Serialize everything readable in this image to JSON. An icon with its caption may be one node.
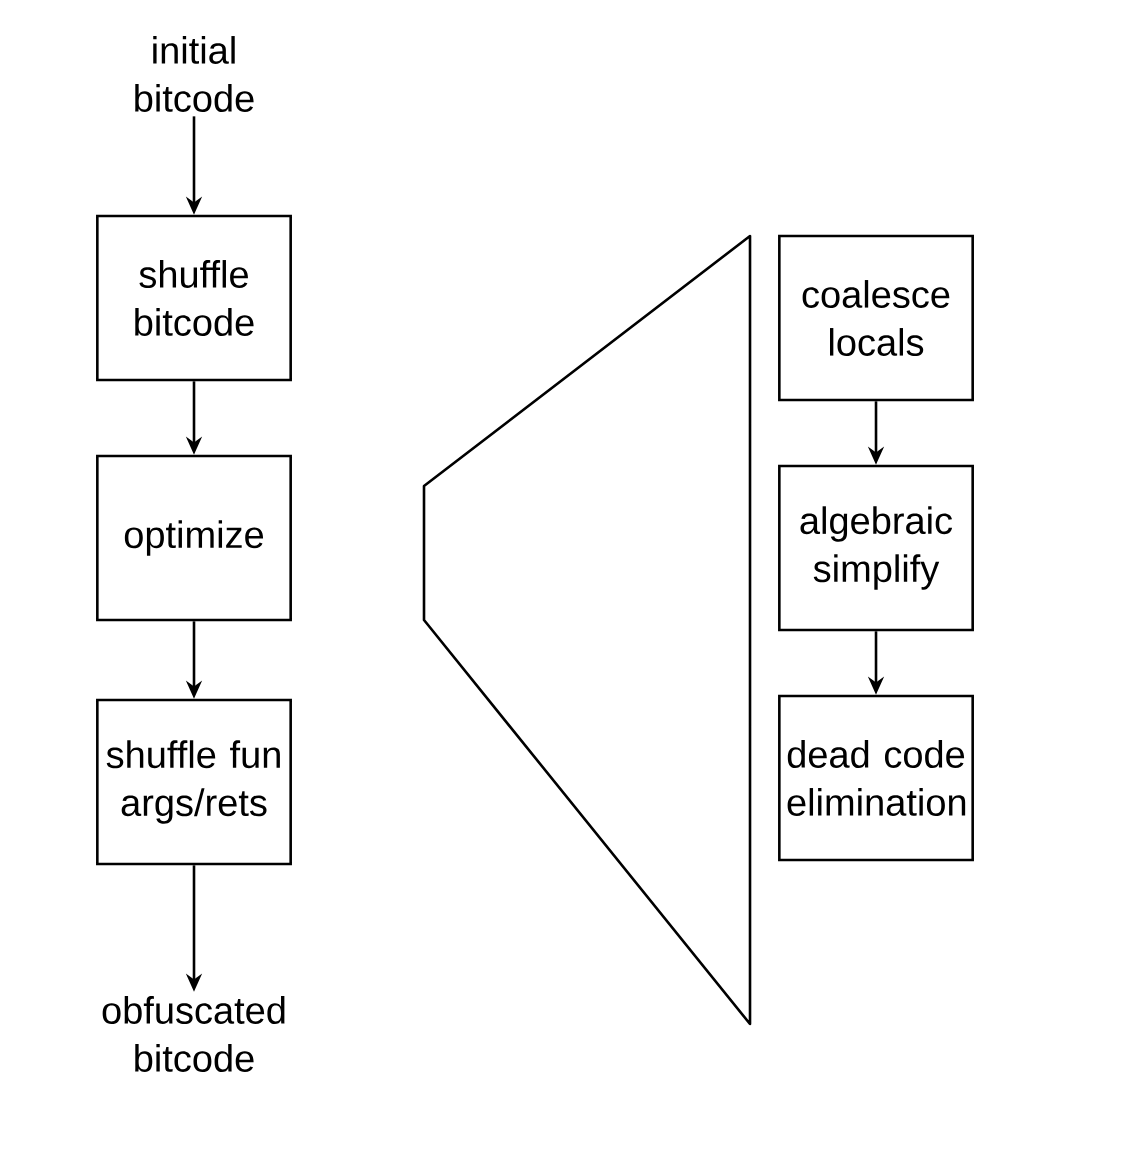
{
  "diagram": {
    "nodes": [
      {
        "text": [
          "initial bitcode"
        ]
      },
      {
        "text": [
          "shuffle bitcode"
        ]
      },
      {
        "text": [
          "optimize"
        ]
      },
      {
        "text": [
          "shuffle fun args/rets"
        ]
      },
      {
        "text": [
          "obfuscated bitcode"
        ]
      },
      {
        "text": [
          "coalesce locals"
        ]
      },
      {
        "text": [
          "algebraic simplify"
        ]
      },
      {
        "text": [
          "dead code elimination"
        ]
      },
      {
        "text": [],
        "shape": "trapezoid"
      }
    ],
    "edges": [
      {
        "from": 0,
        "to": 1,
        "arrow": "to"
      },
      {
        "from": 1,
        "to": 2,
        "arrow": "to"
      },
      {
        "from": 2,
        "to": 3,
        "arrow": "to"
      },
      {
        "from": 3,
        "to": 4,
        "arrow": "to"
      },
      {
        "from": 5,
        "to": 6,
        "arrow": "to"
      },
      {
        "from": 6,
        "to": 7,
        "arrow": "to"
      }
    ]
  }
}
